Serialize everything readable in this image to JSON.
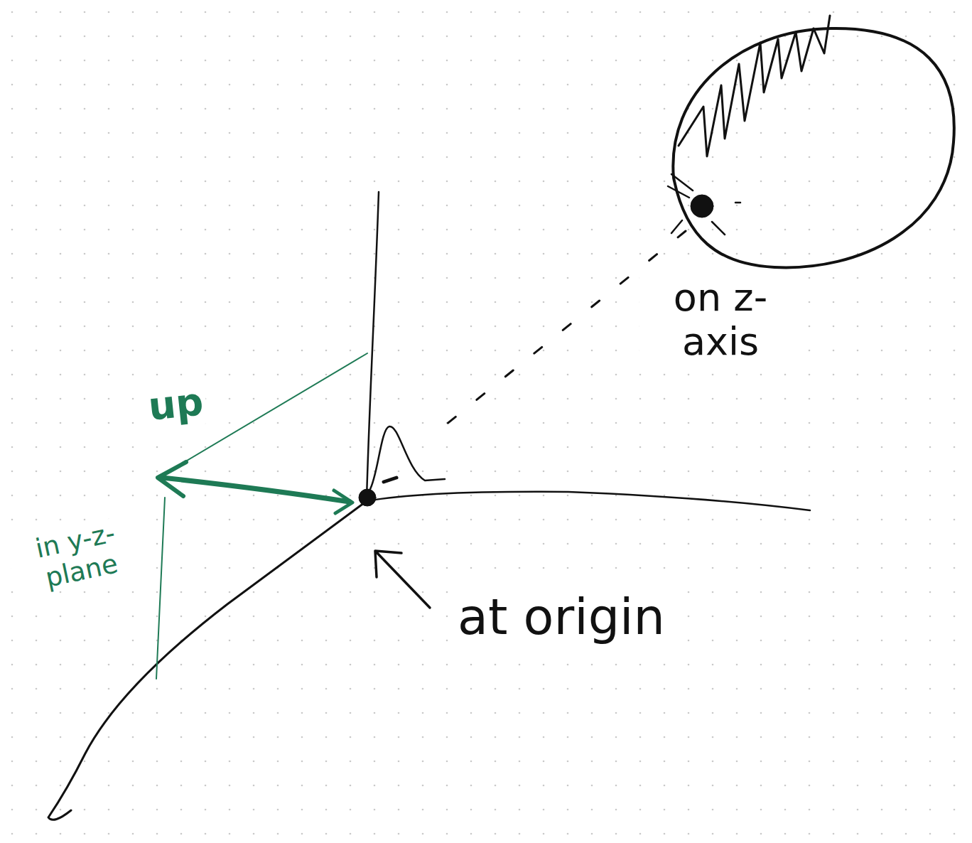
{
  "diagram": {
    "labels": [
      "on z-axis",
      "up",
      "in y-z-plane",
      "at origin"
    ]
  }
}
